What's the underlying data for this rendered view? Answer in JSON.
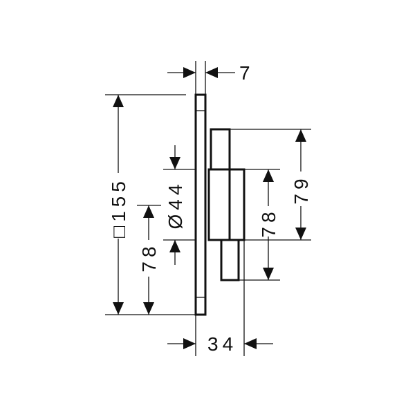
{
  "dimensions": {
    "plate_thickness": "7",
    "plate_size": "□155",
    "plate_center_height": "78",
    "body_diameter": "Ø44",
    "upper_offset": "79",
    "lower_offset": "78",
    "depth": "34"
  }
}
